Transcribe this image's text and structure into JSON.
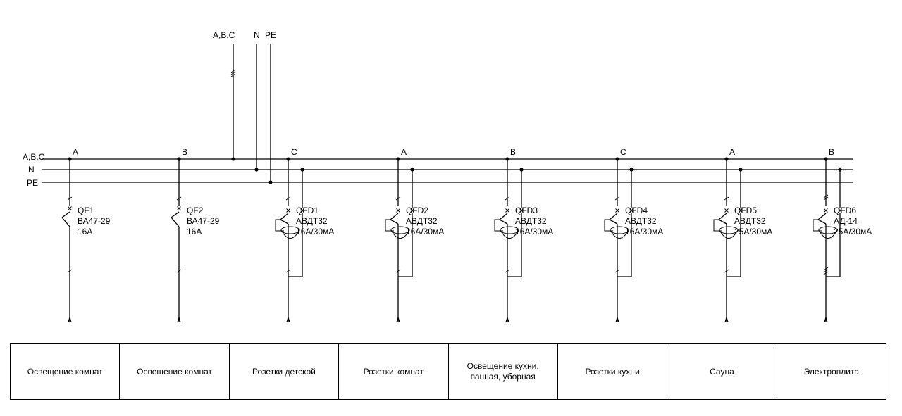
{
  "feed": {
    "phase": "A,B,C",
    "neutral": "N",
    "earth": "PE"
  },
  "buses": [
    {
      "label": "A,B,C"
    },
    {
      "label": "N"
    },
    {
      "label": "PE"
    }
  ],
  "feeders": [
    {
      "phase": "A",
      "device": "QF1",
      "model": "ВА47-29",
      "rating": "16А",
      "type": "breaker",
      "poles": 1,
      "load": "Освещение комнат"
    },
    {
      "phase": "B",
      "device": "QF2",
      "model": "ВА47-29",
      "rating": "16А",
      "type": "breaker",
      "poles": 1,
      "load": "Освещение комнат"
    },
    {
      "phase": "C",
      "device": "QFD1",
      "model": "АВДТ32",
      "rating": "16А/30мА",
      "type": "rcbo",
      "poles": 1,
      "load": "Розетки детской"
    },
    {
      "phase": "A",
      "device": "QFD2",
      "model": "АВДТ32",
      "rating": "16А/30мА",
      "type": "rcbo",
      "poles": 1,
      "load": "Розетки комнат"
    },
    {
      "phase": "B",
      "device": "QFD3",
      "model": "АВДТ32",
      "rating": "16А/30мА",
      "type": "rcbo",
      "poles": 1,
      "load": "Освещение кухни,\nванная, уборная"
    },
    {
      "phase": "C",
      "device": "QFD4",
      "model": "АВДТ32",
      "rating": "16А/30мА",
      "type": "rcbo",
      "poles": 1,
      "load": "Розетки кухни"
    },
    {
      "phase": "A",
      "device": "QFD5",
      "model": "АВДТ32",
      "rating": "25А/30мА",
      "type": "rcbo",
      "poles": 1,
      "load": "Сауна"
    },
    {
      "phase": "B",
      "device": "QFD6",
      "model": "АД-14",
      "rating": "25А/30мА",
      "type": "rcbo",
      "poles": 3,
      "load": "Электроплита"
    }
  ]
}
